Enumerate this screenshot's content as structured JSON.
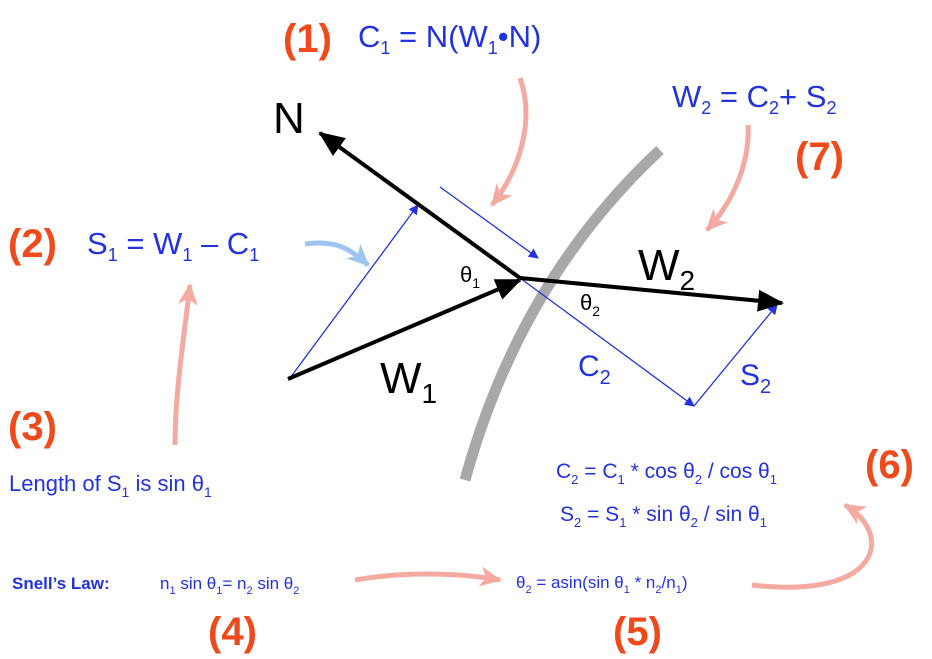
{
  "colors": {
    "blue": "#2233dd",
    "red": "#f04a1c",
    "pink": "#f4aaa0",
    "lightblue": "#9ec4f2",
    "black": "#000000",
    "gray": "#a8a8a8"
  },
  "steps": {
    "s1": "(1)",
    "s2": "(2)",
    "s3": "(3)",
    "s4": "(4)",
    "s5": "(5)",
    "s6": "(6)",
    "s7": "(7)"
  },
  "vectors": {
    "N": "N",
    "W": "W",
    "C": "C",
    "S": "S",
    "theta": "θ",
    "sub1": "1",
    "sub2": "2"
  },
  "eq1": {
    "lhs": "C",
    "rhs_a": " = N(W",
    "rhs_b": "•N)"
  },
  "eq2": {
    "eq": " = ",
    "minus": " – "
  },
  "eq7": {
    "eq": " = ",
    "plus": "+ "
  },
  "eq3": {
    "text": "Length of S",
    "rest": " is sin θ"
  },
  "snell": {
    "label": "Snell’s Law:",
    "n": "n",
    "sin_theta": " sin θ",
    "eq": "= "
  },
  "eq5": {
    "lhs": " = asin(sin θ",
    "mid": " * n",
    "slash": "/n",
    "close": ")"
  },
  "eq6": {
    "c_eq": " = C",
    "c_mid": " * cos θ",
    "c_div": " / cos θ",
    "s_eq": " = S",
    "s_mid": " * sin θ",
    "s_div": " / sin θ"
  }
}
